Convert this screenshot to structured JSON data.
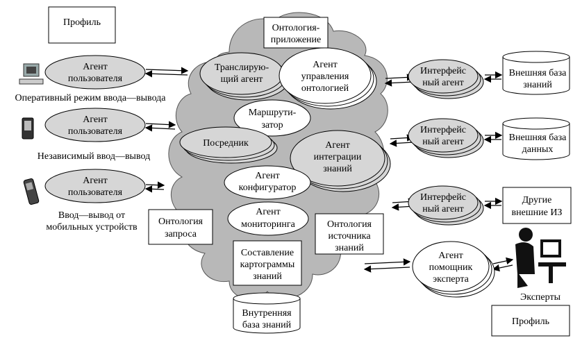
{
  "user_side": {
    "profile_top": "Профиль",
    "user_agents": [
      {
        "label": [
          "Агент",
          "пользователя"
        ],
        "caption": [
          "Оперативный режим ввода—вывода"
        ],
        "device_icon": "desktop-computer-icon"
      },
      {
        "label": [
          "Агент",
          "пользователя"
        ],
        "caption": [
          "Независимый ввод—вывод"
        ],
        "device_icon": "pda-icon"
      },
      {
        "label": [
          "Агент",
          "пользователя"
        ],
        "caption": [
          "Ввод—вывод от",
          "мобильных устройств"
        ],
        "device_icon": "mobile-phone-icon"
      }
    ]
  },
  "cloud": {
    "ontology_app": [
      "Онтология-",
      "приложение"
    ],
    "agents": {
      "translating": [
        "Транслирую-",
        "щий агент"
      ],
      "ontology_mgmt": [
        "Агент",
        "управления",
        "онтологией"
      ],
      "router": [
        "Маршрути-",
        "затор"
      ],
      "mediator": [
        "Посредник"
      ],
      "integration": [
        "Агент",
        "интеграции",
        "знаний"
      ],
      "configurator": [
        "Агент",
        "конфигуратор"
      ],
      "monitoring": [
        "Агент",
        "мониторинга"
      ]
    },
    "ontology_query": [
      "Онтология",
      "запроса"
    ],
    "ontology_source": [
      "Онтология",
      "источника",
      "знаний"
    ],
    "cartogram": [
      "Составление",
      "картограммы",
      "знаний"
    ],
    "internal_kb": [
      "Внутренняя",
      "база знаний"
    ]
  },
  "right_side": {
    "interface_agents": [
      {
        "label": [
          "Интерфейс",
          "ный агент"
        ],
        "target": [
          "Внешняя база",
          "знаний"
        ],
        "target_shape": "cylinder"
      },
      {
        "label": [
          "Интерфейс",
          "ный агент"
        ],
        "target": [
          "Внешняя база",
          "данных"
        ],
        "target_shape": "cylinder"
      },
      {
        "label": [
          "Интерфейс",
          "ный агент"
        ],
        "target": [
          "Другие",
          "внешние ИЗ"
        ],
        "target_shape": "box"
      }
    ],
    "expert_assistant": [
      "Агент",
      "помощник",
      "эксперта"
    ],
    "experts_icon": "expert-at-computer-icon",
    "experts_label": "Эксперты",
    "profile_bottom": "Профиль"
  },
  "colors": {
    "agent_fill": "#d6d6d6",
    "cloud_fill": "#b8b8b8",
    "white": "#ffffff"
  }
}
